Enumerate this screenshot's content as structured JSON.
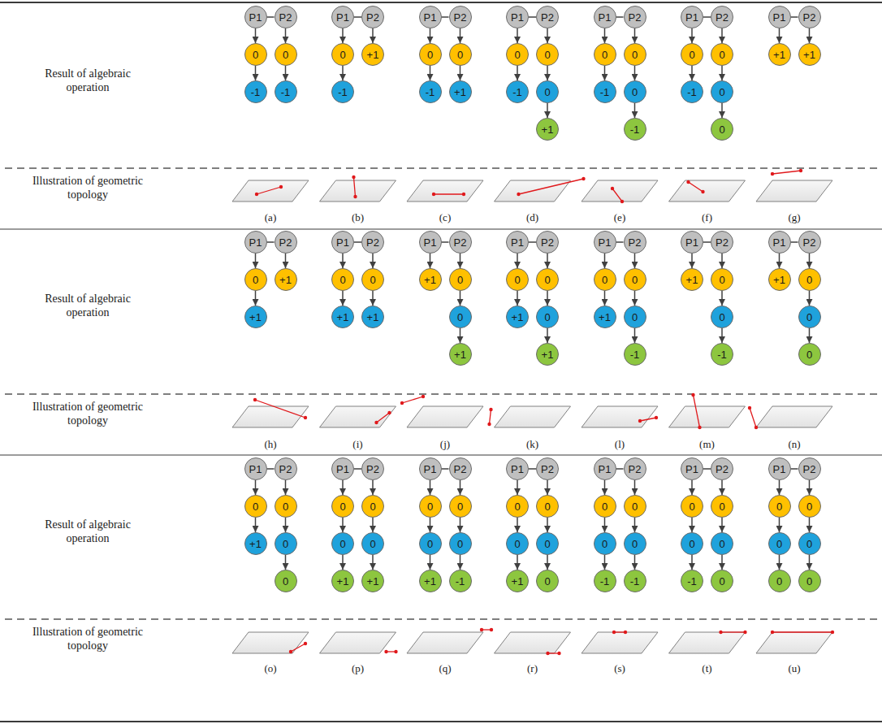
{
  "diagram": {
    "nodes": [
      {
        "text": [
          "P1"
        ]
      },
      {
        "text": [
          "P2"
        ]
      },
      {
        "text": [
          "0"
        ]
      },
      {
        "text": [
          "-1"
        ]
      },
      {
        "text": [
          "0"
        ]
      },
      {
        "text": [
          "-1"
        ]
      },
      {
        "text": [
          "P1"
        ]
      },
      {
        "text": [
          "P2"
        ]
      },
      {
        "text": [
          "0"
        ]
      },
      {
        "text": [
          "-1"
        ]
      },
      {
        "text": [
          "+1"
        ]
      },
      {
        "text": [
          "P1"
        ]
      },
      {
        "text": [
          "P2"
        ]
      },
      {
        "text": [
          "0"
        ]
      },
      {
        "text": [
          "-1"
        ]
      },
      {
        "text": [
          "0"
        ]
      },
      {
        "text": [
          "+1"
        ]
      },
      {
        "text": [
          "P1"
        ]
      },
      {
        "text": [
          "P2"
        ]
      },
      {
        "text": [
          "0"
        ]
      },
      {
        "text": [
          "-1"
        ]
      },
      {
        "text": [
          "0"
        ]
      },
      {
        "text": [
          "0"
        ]
      },
      {
        "text": [
          "+1"
        ]
      },
      {
        "text": [
          "P1"
        ]
      },
      {
        "text": [
          "P2"
        ]
      },
      {
        "text": [
          "0"
        ]
      },
      {
        "text": [
          "-1"
        ]
      },
      {
        "text": [
          "0"
        ]
      },
      {
        "text": [
          "0"
        ]
      },
      {
        "text": [
          "-1"
        ]
      },
      {
        "text": [
          "P1"
        ]
      },
      {
        "text": [
          "P2"
        ]
      },
      {
        "text": [
          "0"
        ]
      },
      {
        "text": [
          "-1"
        ]
      },
      {
        "text": [
          "0"
        ]
      },
      {
        "text": [
          "0"
        ]
      },
      {
        "text": [
          "0"
        ]
      },
      {
        "text": [
          "P1"
        ]
      },
      {
        "text": [
          "P2"
        ]
      },
      {
        "text": [
          "+1"
        ]
      },
      {
        "text": [
          "+1"
        ]
      },
      {
        "text": [
          "P1"
        ]
      },
      {
        "text": [
          "P2"
        ]
      },
      {
        "text": [
          "0"
        ]
      },
      {
        "text": [
          "+1"
        ]
      },
      {
        "text": [
          "+1"
        ]
      },
      {
        "text": [
          "P1"
        ]
      },
      {
        "text": [
          "P2"
        ]
      },
      {
        "text": [
          "0"
        ]
      },
      {
        "text": [
          "+1"
        ]
      },
      {
        "text": [
          "0"
        ]
      },
      {
        "text": [
          "+1"
        ]
      },
      {
        "text": [
          "P1"
        ]
      },
      {
        "text": [
          "P2"
        ]
      },
      {
        "text": [
          "+1"
        ]
      },
      {
        "text": [
          "0"
        ]
      },
      {
        "text": [
          "0"
        ]
      },
      {
        "text": [
          "+1"
        ]
      },
      {
        "text": [
          "P1"
        ]
      },
      {
        "text": [
          "P2"
        ]
      },
      {
        "text": [
          "0"
        ]
      },
      {
        "text": [
          "+1"
        ]
      },
      {
        "text": [
          "0"
        ]
      },
      {
        "text": [
          "0"
        ]
      },
      {
        "text": [
          "+1"
        ]
      },
      {
        "text": [
          "P1"
        ]
      },
      {
        "text": [
          "P2"
        ]
      },
      {
        "text": [
          "0"
        ]
      },
      {
        "text": [
          "+1"
        ]
      },
      {
        "text": [
          "0"
        ]
      },
      {
        "text": [
          "0"
        ]
      },
      {
        "text": [
          "-1"
        ]
      },
      {
        "text": [
          "P1"
        ]
      },
      {
        "text": [
          "P2"
        ]
      },
      {
        "text": [
          "+1"
        ]
      },
      {
        "text": [
          "0"
        ]
      },
      {
        "text": [
          "0"
        ]
      },
      {
        "text": [
          "-1"
        ]
      },
      {
        "text": [
          "P1"
        ]
      },
      {
        "text": [
          "P2"
        ]
      },
      {
        "text": [
          "+1"
        ]
      },
      {
        "text": [
          "0"
        ]
      },
      {
        "text": [
          "0"
        ]
      },
      {
        "text": [
          "0"
        ]
      },
      {
        "text": [
          "P1"
        ]
      },
      {
        "text": [
          "P2"
        ]
      },
      {
        "text": [
          "0"
        ]
      },
      {
        "text": [
          "+1"
        ]
      },
      {
        "text": [
          "0"
        ]
      },
      {
        "text": [
          "0"
        ]
      },
      {
        "text": [
          "0"
        ]
      },
      {
        "text": [
          "P1"
        ]
      },
      {
        "text": [
          "P2"
        ]
      },
      {
        "text": [
          "0"
        ]
      },
      {
        "text": [
          "0"
        ]
      },
      {
        "text": [
          "+1"
        ]
      },
      {
        "text": [
          "0"
        ]
      },
      {
        "text": [
          "0"
        ]
      },
      {
        "text": [
          "+1"
        ]
      },
      {
        "text": [
          "P1"
        ]
      },
      {
        "text": [
          "P2"
        ]
      },
      {
        "text": [
          "0"
        ]
      },
      {
        "text": [
          "0"
        ]
      },
      {
        "text": [
          "+1"
        ]
      },
      {
        "text": [
          "0"
        ]
      },
      {
        "text": [
          "0"
        ]
      },
      {
        "text": [
          "-1"
        ]
      },
      {
        "text": [
          "P1"
        ]
      },
      {
        "text": [
          "P2"
        ]
      },
      {
        "text": [
          "0"
        ]
      },
      {
        "text": [
          "0"
        ]
      },
      {
        "text": [
          "+1"
        ]
      },
      {
        "text": [
          "0"
        ]
      },
      {
        "text": [
          "0"
        ]
      },
      {
        "text": [
          "0"
        ]
      },
      {
        "text": [
          "P1"
        ]
      },
      {
        "text": [
          "P2"
        ]
      },
      {
        "text": [
          "0"
        ]
      },
      {
        "text": [
          "0"
        ]
      },
      {
        "text": [
          "-1"
        ]
      },
      {
        "text": [
          "0"
        ]
      },
      {
        "text": [
          "0"
        ]
      },
      {
        "text": [
          "-1"
        ]
      },
      {
        "text": [
          "P1"
        ]
      },
      {
        "text": [
          "P2"
        ]
      },
      {
        "text": [
          "0"
        ]
      },
      {
        "text": [
          "0"
        ]
      },
      {
        "text": [
          "-1"
        ]
      },
      {
        "text": [
          "0"
        ]
      },
      {
        "text": [
          "0"
        ]
      },
      {
        "text": [
          "0"
        ]
      },
      {
        "text": [
          "P1"
        ]
      },
      {
        "text": [
          "P2"
        ]
      },
      {
        "text": [
          "0"
        ]
      },
      {
        "text": [
          "0"
        ]
      },
      {
        "text": [
          "0"
        ]
      },
      {
        "text": [
          "0"
        ]
      },
      {
        "text": [
          "0"
        ]
      },
      {
        "text": [
          "0"
        ]
      }
    ],
    "edges": [
      {
        "from": 0,
        "to": 1,
        "arrow": "none"
      },
      {
        "from": 0,
        "to": 2,
        "arrow": "to"
      },
      {
        "from": 2,
        "to": 3,
        "arrow": "to"
      },
      {
        "from": 1,
        "to": 4,
        "arrow": "to"
      },
      {
        "from": 4,
        "to": 5,
        "arrow": "to"
      },
      {
        "from": 6,
        "to": 7,
        "arrow": "none"
      },
      {
        "from": 6,
        "to": 8,
        "arrow": "to"
      },
      {
        "from": 8,
        "to": 9,
        "arrow": "to"
      },
      {
        "from": 7,
        "to": 10,
        "arrow": "to"
      },
      {
        "from": 11,
        "to": 12,
        "arrow": "none"
      },
      {
        "from": 11,
        "to": 13,
        "arrow": "to"
      },
      {
        "from": 13,
        "to": 14,
        "arrow": "to"
      },
      {
        "from": 12,
        "to": 15,
        "arrow": "to"
      },
      {
        "from": 15,
        "to": 16,
        "arrow": "to"
      },
      {
        "from": 17,
        "to": 18,
        "arrow": "none"
      },
      {
        "from": 17,
        "to": 19,
        "arrow": "to"
      },
      {
        "from": 19,
        "to": 20,
        "arrow": "to"
      },
      {
        "from": 18,
        "to": 21,
        "arrow": "to"
      },
      {
        "from": 21,
        "to": 22,
        "arrow": "to"
      },
      {
        "from": 22,
        "to": 23,
        "arrow": "to"
      },
      {
        "from": 24,
        "to": 25,
        "arrow": "none"
      },
      {
        "from": 24,
        "to": 26,
        "arrow": "to"
      },
      {
        "from": 26,
        "to": 27,
        "arrow": "to"
      },
      {
        "from": 25,
        "to": 28,
        "arrow": "to"
      },
      {
        "from": 28,
        "to": 29,
        "arrow": "to"
      },
      {
        "from": 29,
        "to": 30,
        "arrow": "to"
      },
      {
        "from": 31,
        "to": 32,
        "arrow": "none"
      },
      {
        "from": 31,
        "to": 33,
        "arrow": "to"
      },
      {
        "from": 33,
        "to": 34,
        "arrow": "to"
      },
      {
        "from": 32,
        "to": 35,
        "arrow": "to"
      },
      {
        "from": 35,
        "to": 36,
        "arrow": "to"
      },
      {
        "from": 36,
        "to": 37,
        "arrow": "to"
      },
      {
        "from": 38,
        "to": 39,
        "arrow": "none"
      },
      {
        "from": 38,
        "to": 40,
        "arrow": "to"
      },
      {
        "from": 39,
        "to": 41,
        "arrow": "to"
      },
      {
        "from": 42,
        "to": 43,
        "arrow": "none"
      },
      {
        "from": 42,
        "to": 44,
        "arrow": "to"
      },
      {
        "from": 44,
        "to": 45,
        "arrow": "to"
      },
      {
        "from": 43,
        "to": 46,
        "arrow": "to"
      },
      {
        "from": 47,
        "to": 48,
        "arrow": "none"
      },
      {
        "from": 47,
        "to": 49,
        "arrow": "to"
      },
      {
        "from": 49,
        "to": 50,
        "arrow": "to"
      },
      {
        "from": 48,
        "to": 51,
        "arrow": "to"
      },
      {
        "from": 51,
        "to": 52,
        "arrow": "to"
      },
      {
        "from": 53,
        "to": 54,
        "arrow": "none"
      },
      {
        "from": 53,
        "to": 55,
        "arrow": "to"
      },
      {
        "from": 54,
        "to": 56,
        "arrow": "to"
      },
      {
        "from": 56,
        "to": 57,
        "arrow": "to"
      },
      {
        "from": 57,
        "to": 58,
        "arrow": "to"
      },
      {
        "from": 59,
        "to": 60,
        "arrow": "none"
      },
      {
        "from": 59,
        "to": 61,
        "arrow": "to"
      },
      {
        "from": 61,
        "to": 62,
        "arrow": "to"
      },
      {
        "from": 60,
        "to": 63,
        "arrow": "to"
      },
      {
        "from": 63,
        "to": 64,
        "arrow": "to"
      },
      {
        "from": 64,
        "to": 65,
        "arrow": "to"
      },
      {
        "from": 66,
        "to": 67,
        "arrow": "none"
      },
      {
        "from": 66,
        "to": 68,
        "arrow": "to"
      },
      {
        "from": 68,
        "to": 69,
        "arrow": "to"
      },
      {
        "from": 67,
        "to": 70,
        "arrow": "to"
      },
      {
        "from": 70,
        "to": 71,
        "arrow": "to"
      },
      {
        "from": 71,
        "to": 72,
        "arrow": "to"
      },
      {
        "from": 73,
        "to": 74,
        "arrow": "none"
      },
      {
        "from": 73,
        "to": 75,
        "arrow": "to"
      },
      {
        "from": 74,
        "to": 76,
        "arrow": "to"
      },
      {
        "from": 76,
        "to": 77,
        "arrow": "to"
      },
      {
        "from": 77,
        "to": 78,
        "arrow": "to"
      },
      {
        "from": 79,
        "to": 80,
        "arrow": "none"
      },
      {
        "from": 79,
        "to": 81,
        "arrow": "to"
      },
      {
        "from": 80,
        "to": 82,
        "arrow": "to"
      },
      {
        "from": 82,
        "to": 83,
        "arrow": "to"
      },
      {
        "from": 83,
        "to": 84,
        "arrow": "to"
      },
      {
        "from": 85,
        "to": 86,
        "arrow": "none"
      },
      {
        "from": 85,
        "to": 87,
        "arrow": "to"
      },
      {
        "from": 87,
        "to": 88,
        "arrow": "to"
      },
      {
        "from": 86,
        "to": 89,
        "arrow": "to"
      },
      {
        "from": 89,
        "to": 90,
        "arrow": "to"
      },
      {
        "from": 90,
        "to": 91,
        "arrow": "to"
      },
      {
        "from": 92,
        "to": 93,
        "arrow": "none"
      },
      {
        "from": 92,
        "to": 94,
        "arrow": "to"
      },
      {
        "from": 94,
        "to": 95,
        "arrow": "to"
      },
      {
        "from": 95,
        "to": 96,
        "arrow": "to"
      },
      {
        "from": 93,
        "to": 97,
        "arrow": "to"
      },
      {
        "from": 97,
        "to": 98,
        "arrow": "to"
      },
      {
        "from": 98,
        "to": 99,
        "arrow": "to"
      },
      {
        "from": 100,
        "to": 101,
        "arrow": "none"
      },
      {
        "from": 100,
        "to": 102,
        "arrow": "to"
      },
      {
        "from": 102,
        "to": 103,
        "arrow": "to"
      },
      {
        "from": 103,
        "to": 104,
        "arrow": "to"
      },
      {
        "from": 101,
        "to": 105,
        "arrow": "to"
      },
      {
        "from": 105,
        "to": 106,
        "arrow": "to"
      },
      {
        "from": 106,
        "to": 107,
        "arrow": "to"
      },
      {
        "from": 108,
        "to": 109,
        "arrow": "none"
      },
      {
        "from": 108,
        "to": 110,
        "arrow": "to"
      },
      {
        "from": 110,
        "to": 111,
        "arrow": "to"
      },
      {
        "from": 111,
        "to": 112,
        "arrow": "to"
      },
      {
        "from": 109,
        "to": 113,
        "arrow": "to"
      },
      {
        "from": 113,
        "to": 114,
        "arrow": "to"
      },
      {
        "from": 114,
        "to": 115,
        "arrow": "to"
      },
      {
        "from": 116,
        "to": 117,
        "arrow": "none"
      },
      {
        "from": 116,
        "to": 118,
        "arrow": "to"
      },
      {
        "from": 118,
        "to": 119,
        "arrow": "to"
      },
      {
        "from": 119,
        "to": 120,
        "arrow": "to"
      },
      {
        "from": 117,
        "to": 121,
        "arrow": "to"
      },
      {
        "from": 121,
        "to": 122,
        "arrow": "to"
      },
      {
        "from": 122,
        "to": 123,
        "arrow": "to"
      },
      {
        "from": 124,
        "to": 125,
        "arrow": "none"
      },
      {
        "from": 124,
        "to": 126,
        "arrow": "to"
      },
      {
        "from": 126,
        "to": 127,
        "arrow": "to"
      },
      {
        "from": 127,
        "to": 128,
        "arrow": "to"
      },
      {
        "from": 125,
        "to": 129,
        "arrow": "to"
      },
      {
        "from": 129,
        "to": 130,
        "arrow": "to"
      },
      {
        "from": 130,
        "to": 131,
        "arrow": "to"
      },
      {
        "from": 132,
        "to": 133,
        "arrow": "none"
      },
      {
        "from": 132,
        "to": 134,
        "arrow": "to"
      },
      {
        "from": 134,
        "to": 135,
        "arrow": "to"
      },
      {
        "from": 135,
        "to": 136,
        "arrow": "to"
      },
      {
        "from": 133,
        "to": 137,
        "arrow": "to"
      },
      {
        "from": 137,
        "to": 138,
        "arrow": "to"
      },
      {
        "from": 138,
        "to": 139,
        "arrow": "to"
      }
    ],
    "labels": [
      "Result of algebraic operation",
      "Illustration of geometric topology",
      "(a)",
      "(b)",
      "(c)",
      "(d)",
      "(e)",
      "(f)",
      "(g)",
      "Result of algebraic operation",
      "Illustration of geometric topology",
      "(h)",
      "(i)",
      "(j)",
      "(k)",
      "(l)",
      "(m)",
      "(n)",
      "Result of algebraic operation",
      "Illustration of geometric topology",
      "(o)",
      "(p)",
      "(q)",
      "(r)",
      "(s)",
      "(t)",
      "(u)"
    ]
  }
}
